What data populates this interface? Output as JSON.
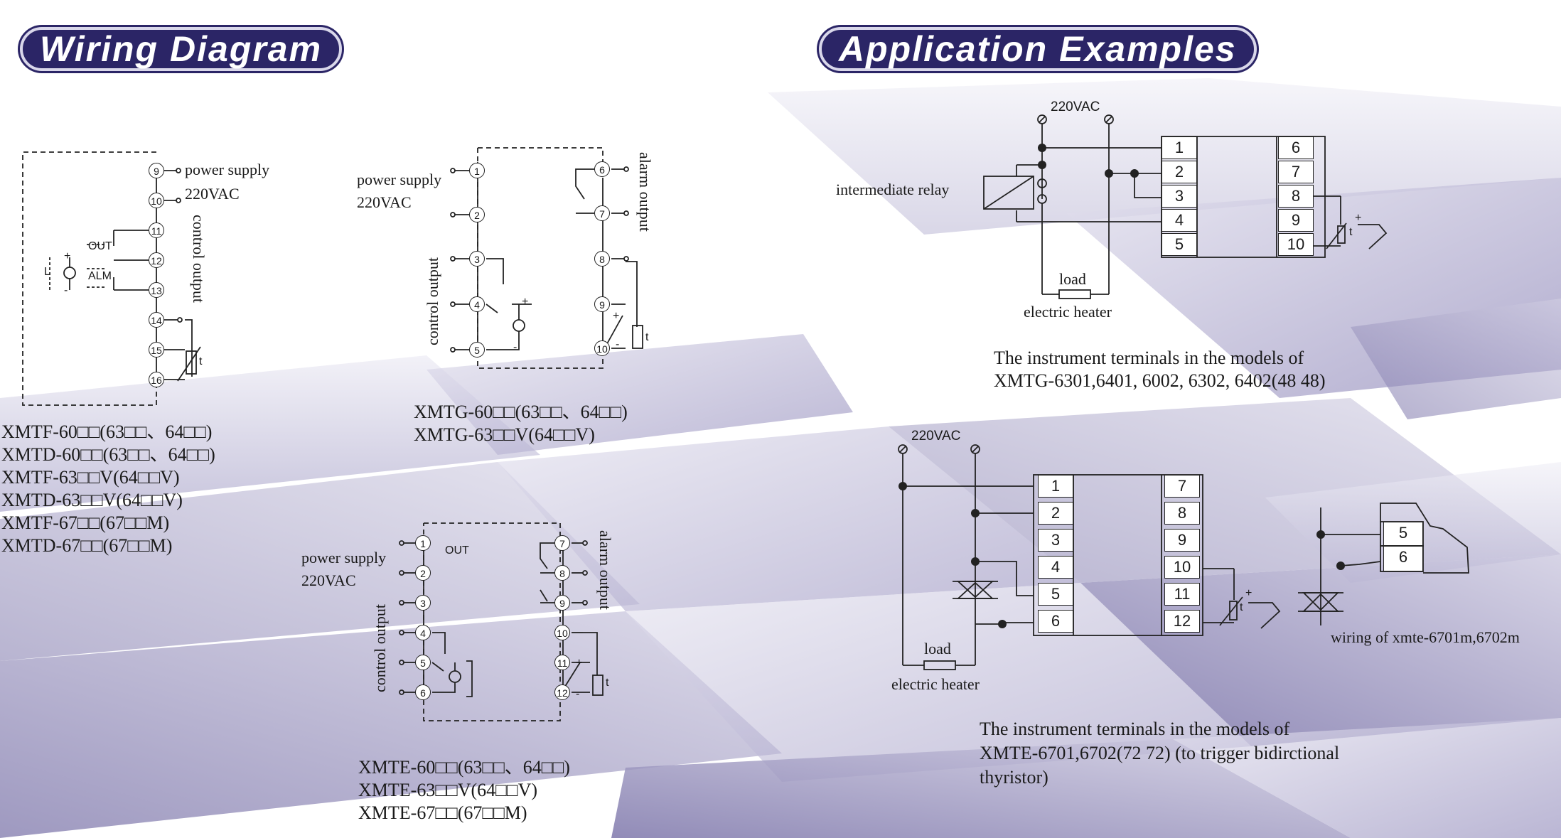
{
  "headers": {
    "wiring": "Wiring Diagram",
    "application": "Application Examples"
  },
  "diagram_f": {
    "labels": {
      "power_supply": "power supply",
      "voltage": "220VAC",
      "control_output": "control output",
      "out": "OUT",
      "alm": "ALM"
    },
    "pins": [
      "9",
      "10",
      "11",
      "12",
      "13",
      "14",
      "15",
      "16"
    ],
    "models": [
      "XMTF-60□□(63□□、64□□)",
      "XMTD-60□□(63□□、64□□)",
      "XMTF-63□□V(64□□V)",
      "XMTD-63□□V(64□□V)",
      "XMTF-67□□(67□□M)",
      "XMTD-67□□(67□□M)"
    ]
  },
  "diagram_g": {
    "labels": {
      "power_supply": "power supply",
      "voltage": "220VAC",
      "control_output": "control output",
      "alarm_output": "alarm output"
    },
    "pins_left": [
      "1",
      "2",
      "3",
      "4",
      "5"
    ],
    "pins_right": [
      "6",
      "7",
      "8",
      "9",
      "10"
    ],
    "models": [
      "XMTG-60□□(63□□、64□□)",
      "XMTG-63□□V(64□□V)"
    ]
  },
  "diagram_e": {
    "labels": {
      "power_supply": "power supply",
      "voltage": "220VAC",
      "control_output": "control output",
      "alarm_output": "alarm output",
      "out": "OUT"
    },
    "pins_left": [
      "1",
      "2",
      "3",
      "4",
      "5",
      "6"
    ],
    "pins_right": [
      "7",
      "8",
      "9",
      "10",
      "11",
      "12"
    ],
    "models": [
      "XMTE-60□□(63□□、64□□)",
      "XMTE-63□□V(64□□V)",
      "XMTE-67□□(67□□M)"
    ]
  },
  "app1": {
    "voltage": "220VAC",
    "relay": "intermediate relay",
    "load": "load",
    "heater": "electric heater",
    "term_left": [
      "1",
      "2",
      "3",
      "4",
      "5"
    ],
    "term_right": [
      "6",
      "7",
      "8",
      "9",
      "10"
    ],
    "caption": [
      "The instrument terminals in the models of",
      "XMTG-6301,6401, 6002, 6302, 6402(48 48)"
    ]
  },
  "app2": {
    "voltage": "220VAC",
    "load": "load",
    "heater": "electric heater",
    "term_left": [
      "1",
      "2",
      "3",
      "4",
      "5",
      "6"
    ],
    "term_right": [
      "7",
      "8",
      "9",
      "10",
      "11",
      "12"
    ],
    "side_terms": [
      "5",
      "6"
    ],
    "side_caption": "wiring of xmte-6701m,6702m",
    "caption": [
      "The instrument terminals in the models of",
      "XMTE-6701,6702(72 72) (to trigger bidirctional",
      "thyristor)"
    ]
  },
  "symbols": {
    "t": "t",
    "plus": "+",
    "minus": "-",
    "L": "L"
  }
}
